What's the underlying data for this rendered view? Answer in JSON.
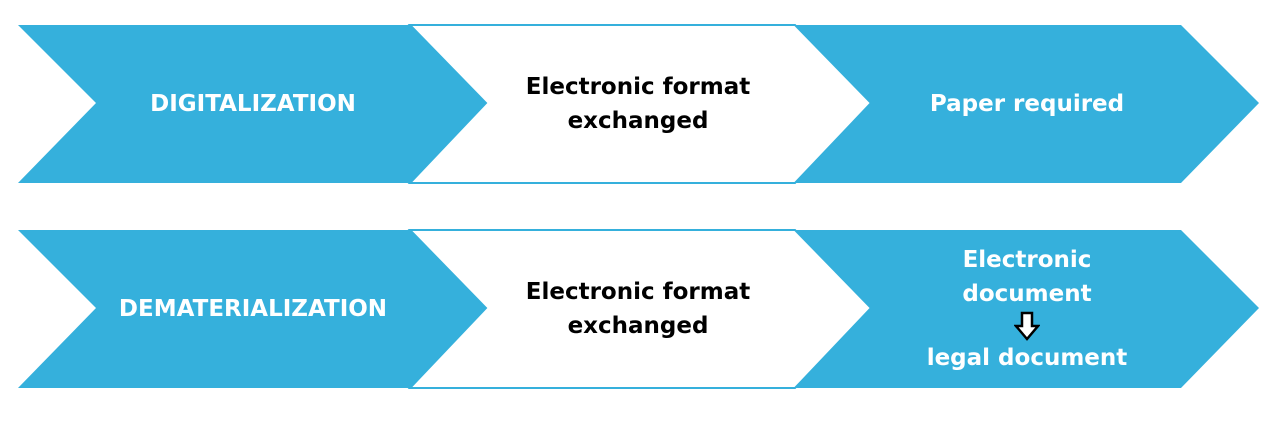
{
  "colors": {
    "accent": "#35b0dc",
    "inverse_fill": "#ffffff",
    "dark_text": "#000000",
    "light_text": "#ffffff"
  },
  "rows": [
    {
      "name": "digitalization",
      "chevrons": [
        {
          "text": "DIGITALIZATION",
          "fill": "accent"
        },
        {
          "text": "Electronic format exchanged",
          "fill": "inverse"
        },
        {
          "text": "Paper required",
          "fill": "accent"
        }
      ]
    },
    {
      "name": "dematerialization",
      "chevrons": [
        {
          "text": "DEMATERIALIZATION",
          "fill": "accent"
        },
        {
          "text": "Electronic format exchanged",
          "fill": "inverse"
        },
        {
          "text": "Electronic document",
          "arrow_icon": "arrow-down-icon",
          "text_after": "legal document",
          "fill": "accent"
        }
      ]
    }
  ]
}
